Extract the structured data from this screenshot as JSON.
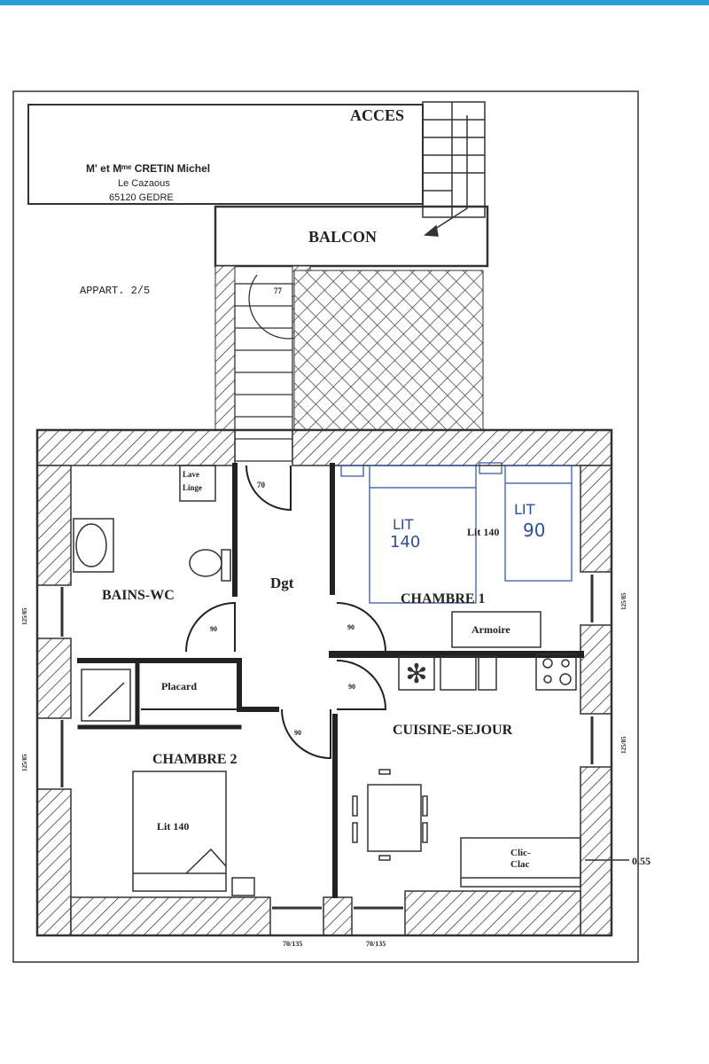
{
  "owner": {
    "name": "M' et Mᵐᵉ CRETIN Michel",
    "place": "Le Cazaous",
    "town": "65120 GEDRE"
  },
  "apartment": "APPART. 2/5",
  "labels": {
    "acces": "ACCES",
    "balcon": "BALCON",
    "dgt": "Dgt",
    "bains": "BAINS-WC",
    "lave1": "Lave",
    "lave2": "Linge",
    "placard": "Placard",
    "chambre1": "CHAMBRE 1",
    "chambre2": "CHAMBRE 2",
    "cuisine": "CUISINE-SEJOUR",
    "armoire": "Armoire",
    "lit_c1": "Lit 140",
    "lit_c2": "Lit 140",
    "clic1": "Clic-",
    "clic2": "Clac",
    "hand_lit1a": "LIT",
    "hand_lit1b": "140",
    "hand_lit2a": "LIT",
    "hand_lit2b": "90"
  },
  "doors": {
    "d77": "77",
    "d70": "70",
    "bath": "90",
    "ch1": "90",
    "kitchen": "90",
    "ch2": "90"
  },
  "dimensions": {
    "left_window_top": "125/85",
    "left_window_bottom": "125/85",
    "right_window_top": "125/85",
    "right_window_bottom": "125/85",
    "bottom_window_left": "70/135",
    "bottom_window_right": "70/135",
    "wall_thickness": "0.55"
  }
}
